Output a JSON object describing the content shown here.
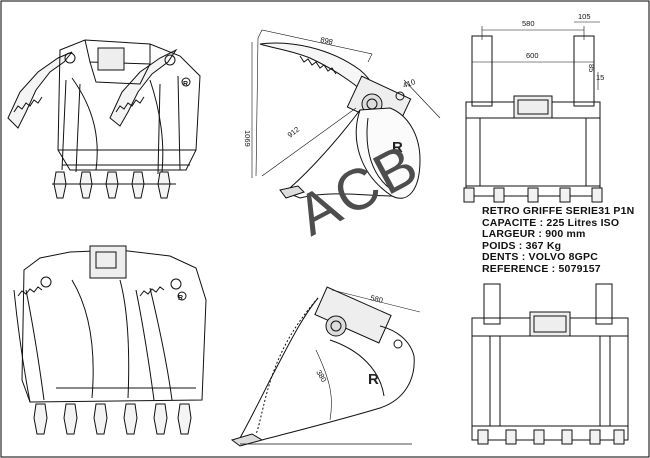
{
  "watermark": "ACB",
  "logo_letter": "R",
  "specs": {
    "line1": "RETRO GRIFFE SERIE31 P1N",
    "line2": "CAPACITE : 225 Litres ISO",
    "line3": "LARGEUR : 900 mm",
    "line4": "POIDS : 367 Kg",
    "line5": "DENTS : VOLVO 8GPC",
    "line6": "REFERENCE : 5079157"
  },
  "dimensions": {
    "side_top_length": "898",
    "side_top_height": "1069",
    "side_top_diagonal": "912",
    "side_top_pin": "410",
    "side_bottom_length": "580",
    "side_bottom_radius": "380",
    "front_width_upper": "580",
    "front_width_lower": "600",
    "front_ear": "105",
    "front_offset_a": "85",
    "front_offset_b": "15"
  }
}
